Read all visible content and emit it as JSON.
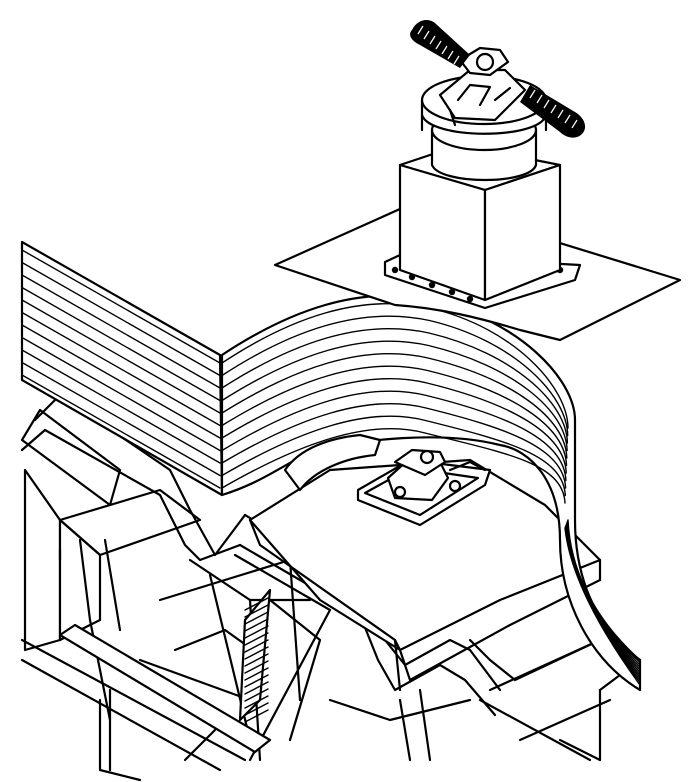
{
  "drawing": {
    "kind": "isometric line drawing",
    "components": [
      {
        "id": "braided-strap-upper",
        "icon": "braided-cable-icon"
      },
      {
        "id": "terminal-clamp-upper",
        "icon": "clamp-icon"
      },
      {
        "id": "bushing-cylinder",
        "icon": "cylinder-icon"
      },
      {
        "id": "bushing-box",
        "icon": "box-icon"
      },
      {
        "id": "mounting-plate",
        "icon": "plate-icon"
      },
      {
        "id": "laminated-busbar-stack",
        "icon": "busbar-icon"
      },
      {
        "id": "lower-clamp",
        "icon": "clamp-icon"
      },
      {
        "id": "lower-braided-strap",
        "icon": "braided-cable-icon"
      },
      {
        "id": "channel-support-frame",
        "icon": "frame-icon"
      }
    ],
    "colors": {
      "stroke": "#000000",
      "background": "#ffffff"
    }
  }
}
